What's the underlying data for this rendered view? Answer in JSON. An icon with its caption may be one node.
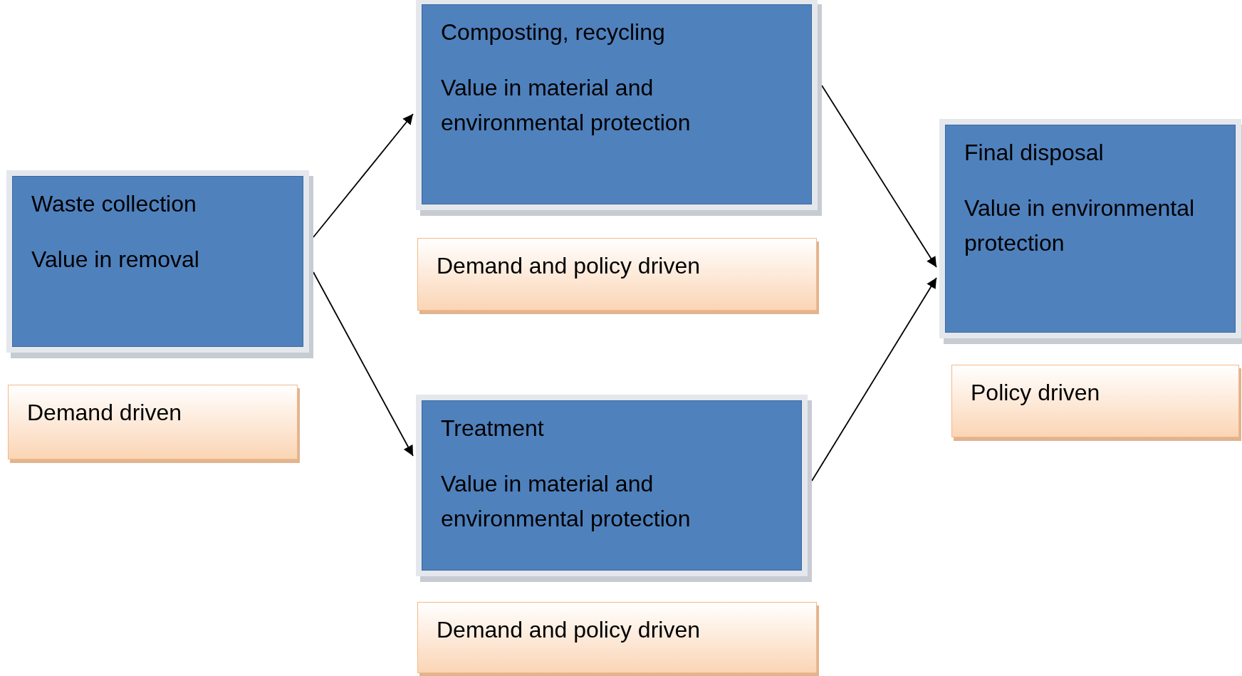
{
  "diagram": {
    "nodes": [
      {
        "text": [
          "Waste collection",
          "Value in removal"
        ]
      },
      {
        "text": [
          "Demand driven"
        ]
      },
      {
        "text": [
          "Composting, recycling",
          "Value in material and environmental protection"
        ]
      },
      {
        "text": [
          "Demand and policy driven"
        ]
      },
      {
        "text": [
          "Treatment",
          "Value in material and environmental protection"
        ]
      },
      {
        "text": [
          "Demand and policy driven"
        ]
      },
      {
        "text": [
          "Final disposal",
          "Value in environmental protection"
        ]
      },
      {
        "text": [
          "Policy driven"
        ]
      }
    ],
    "edges": [
      {
        "from": 0,
        "to": 2,
        "arrow": "to"
      },
      {
        "from": 0,
        "to": 4,
        "arrow": "to"
      },
      {
        "from": 2,
        "to": 6,
        "arrow": "to"
      },
      {
        "from": 4,
        "to": 6,
        "arrow": "to"
      }
    ]
  }
}
